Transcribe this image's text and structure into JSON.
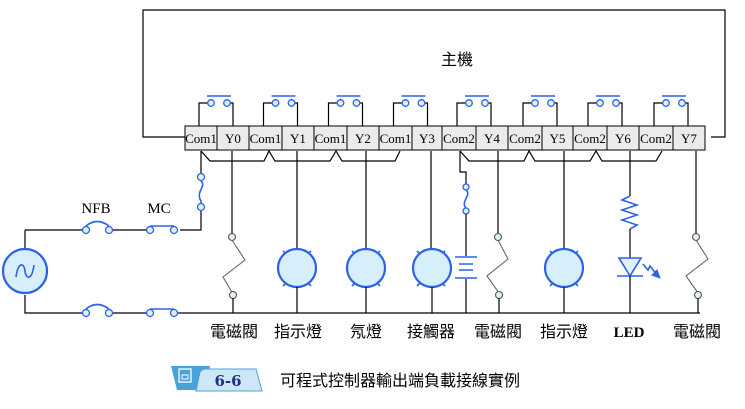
{
  "main_unit": {
    "label": "主機"
  },
  "terminals": [
    {
      "label": "Com1"
    },
    {
      "label": "Y0"
    },
    {
      "label": "Com1"
    },
    {
      "label": "Y1"
    },
    {
      "label": "Com1"
    },
    {
      "label": "Y2"
    },
    {
      "label": "Com1"
    },
    {
      "label": "Y3"
    },
    {
      "label": "Com2"
    },
    {
      "label": "Y4"
    },
    {
      "label": "Com2"
    },
    {
      "label": "Y5"
    },
    {
      "label": "Com2"
    },
    {
      "label": "Y6"
    },
    {
      "label": "Com2"
    },
    {
      "label": "Y7"
    }
  ],
  "power": {
    "breaker_label": "NFB",
    "contactor_label": "MC",
    "source_icon": "ac-source-icon"
  },
  "loads": [
    {
      "output": "Y0",
      "type": "solenoid-valve",
      "label": "電磁閥"
    },
    {
      "output": "Y1",
      "type": "indicator-lamp",
      "label": "指示燈"
    },
    {
      "output": "Y2",
      "type": "neon-lamp",
      "label": "氖燈"
    },
    {
      "output": "Y3",
      "type": "contactor-coil",
      "label": "接觸器"
    },
    {
      "output": "Y4",
      "type": "solenoid-valve",
      "label": "電磁閥"
    },
    {
      "output": "Y5",
      "type": "indicator-lamp",
      "label": "指示燈"
    },
    {
      "output": "Y6",
      "type": "led",
      "label": "LED"
    },
    {
      "output": "Y7",
      "type": "solenoid-valve",
      "label": "電磁閥"
    }
  ],
  "caption": {
    "badge_icon": "figure-icon",
    "figure_number": "6-6",
    "title": "可程式控制器輸出端負載接線實例"
  },
  "colors": {
    "accent": "#2d62e8",
    "fill": "#d7eefb",
    "badge": "#4aa3d8",
    "badge_light": "#cde7f6",
    "terminal": "#ecebec"
  }
}
